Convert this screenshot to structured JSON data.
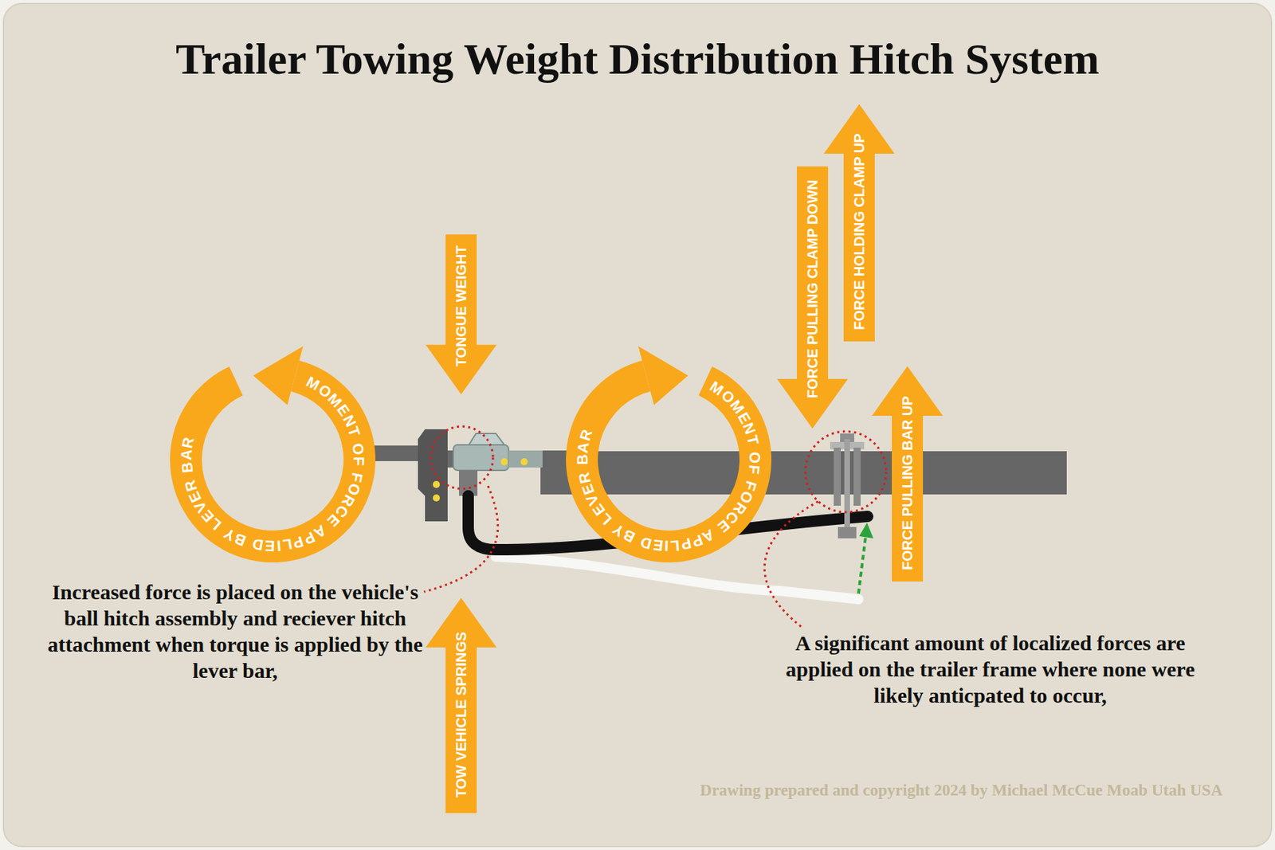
{
  "diagram": {
    "title": "Trailer Towing Weight Distribution Hitch System",
    "nodes": [
      {
        "text": [
          "MOMENT OF FORCE APPLIED BY LEVER BAR"
        ]
      },
      {
        "text": [
          "TONGUE WEIGHT"
        ]
      },
      {
        "text": [
          "TOW VEHICLE SPRINGS"
        ]
      },
      {
        "text": [
          "MOMENT OF FORCE APPLIED BY LEVER BAR"
        ]
      },
      {
        "text": [
          "FORCE PULLING CLAMP DOWN"
        ]
      },
      {
        "text": [
          "FORCE HOLDING CLAMP UP"
        ]
      },
      {
        "text": [
          "FORCE PULLING BAR UP"
        ]
      }
    ],
    "labels": [
      "Increased force is placed on the vehicle's ball hitch assembly and reciever hitch attachment when torque is applied by the lever bar,",
      "A significant amount of localized forces are applied on the trailer frame where none were likely anticpated to occur,",
      "Drawing prepared and copyright 2024 by Michael McCue Moab Utah USA"
    ]
  }
}
